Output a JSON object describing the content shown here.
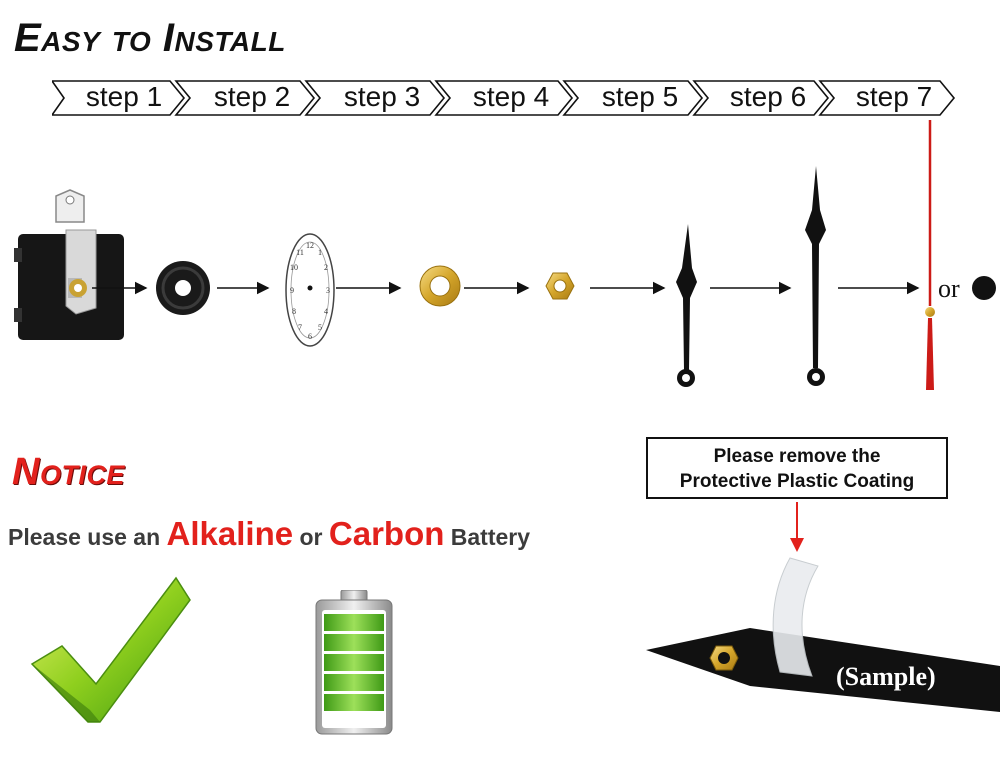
{
  "header": {
    "title": "Easy to Install"
  },
  "steps": [
    "step 1",
    "step 2",
    "step 3",
    "step 4",
    "step 5",
    "step 6",
    "step 7"
  ],
  "components": [
    "clock-movement-icon",
    "rubber-washer-icon",
    "clock-dial-icon",
    "brass-washer-icon",
    "hex-nut-icon",
    "hour-hand-icon",
    "minute-hand-icon",
    "second-hand-icon"
  ],
  "alternative": {
    "or_label": "or"
  },
  "notice": {
    "title": "Notice",
    "battery_prefix": "Please use an ",
    "battery_alkaline": "Alkaline",
    "battery_or": " or ",
    "battery_carbon": "Carbon",
    "battery_suffix": " Battery"
  },
  "coating": {
    "line1": "Please remove the",
    "line2": "Protective Plastic Coating"
  },
  "sample": {
    "label": "(Sample)"
  },
  "colors": {
    "accent_red": "#e2211c",
    "text_dark": "#111111",
    "check_green": "#7cc118",
    "battery_green": "#6dc021",
    "brass": "#d4a52a"
  }
}
